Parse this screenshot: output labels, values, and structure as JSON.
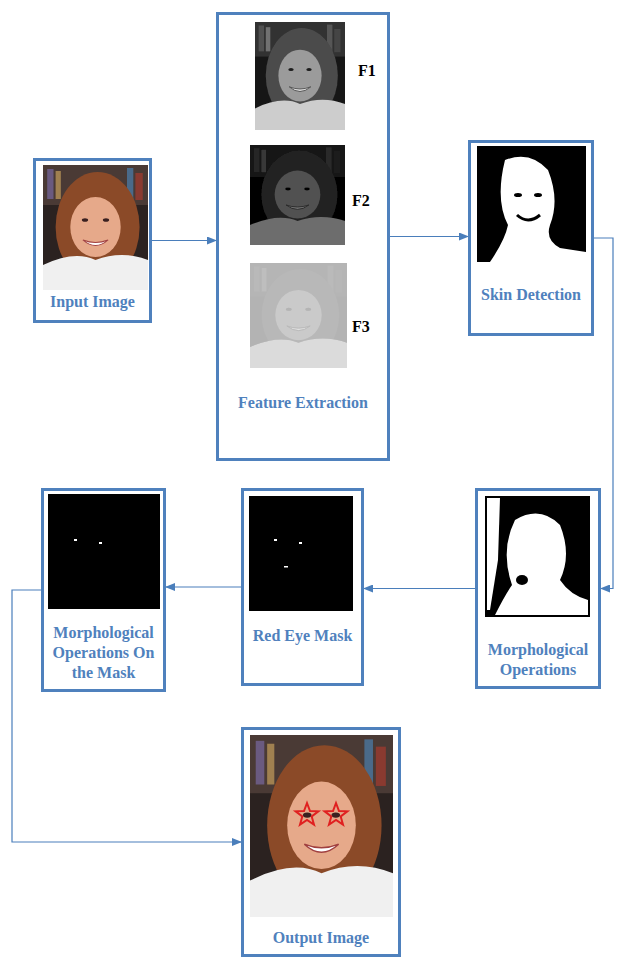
{
  "diagram": {
    "nodes": [
      {
        "text": [
          "Input Image"
        ]
      },
      {
        "text": [
          "F1",
          "F2",
          "F3",
          "Feature Extraction"
        ]
      },
      {
        "text": [
          "Skin Detection"
        ]
      },
      {
        "text": [
          "Morphological Operations"
        ]
      },
      {
        "text": [
          "Red Eye Mask"
        ]
      },
      {
        "text": [
          "Morphological Operations On the Mask"
        ]
      },
      {
        "text": [
          "Output Image"
        ]
      }
    ],
    "edges": [
      {
        "from": 0,
        "to": 1,
        "arrow": "to"
      },
      {
        "from": 1,
        "to": 2,
        "arrow": "to"
      },
      {
        "from": 2,
        "to": 3,
        "arrow": "to"
      },
      {
        "from": 3,
        "to": 4,
        "arrow": "to"
      },
      {
        "from": 4,
        "to": 5,
        "arrow": "to"
      },
      {
        "from": 5,
        "to": 6,
        "arrow": "to"
      }
    ]
  }
}
